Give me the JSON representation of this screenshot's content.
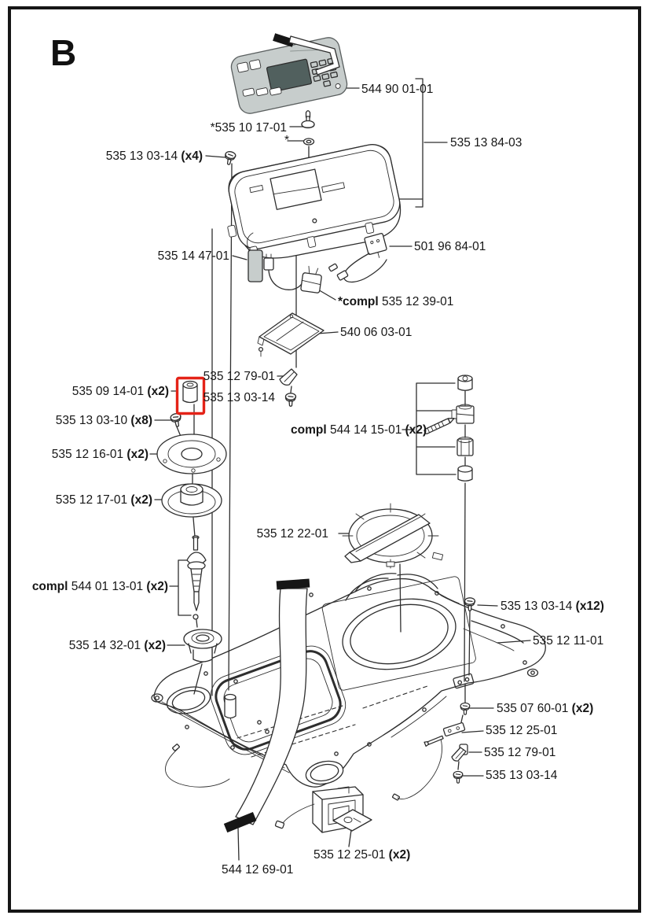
{
  "page": {
    "letter": "B"
  },
  "colors": {
    "highlight": "#e42318",
    "panel_gray": "#c7cdcc",
    "display_gray": "#51605e",
    "line": "#2e2e2e"
  },
  "labels": [
    {
      "id": "keypad-panel",
      "pre": "",
      "num": "544 90 01-01",
      "qty": ""
    },
    {
      "id": "pin",
      "pre": "",
      "num": "*535 10 17-01",
      "qty": ""
    },
    {
      "id": "washer-asterisk",
      "pre": "",
      "num": "*",
      "qty": ""
    },
    {
      "id": "screw-cover",
      "pre": "",
      "num": "535 13 03-14",
      "qty": " (x4)"
    },
    {
      "id": "cover-assembly",
      "pre": "",
      "num": "535 13 84-03",
      "qty": ""
    },
    {
      "id": "pad",
      "pre": "",
      "num": "535 14 47-01",
      "qty": ""
    },
    {
      "id": "contact-cable",
      "pre": "",
      "num": "501 96 84-01",
      "qty": ""
    },
    {
      "id": "sensor-cable",
      "pre": "*compl ",
      "num": "535 12 39-01",
      "qty": ""
    },
    {
      "id": "tray",
      "pre": "",
      "num": "540 06 03-01",
      "qty": ""
    },
    {
      "id": "clip-upper",
      "pre": "",
      "num": "535 12 79-01",
      "qty": ""
    },
    {
      "id": "screw-clip-upper",
      "pre": "",
      "num": "535 13 03-14",
      "qty": ""
    },
    {
      "id": "spacer-highlight",
      "pre": "",
      "num": "535 09 14-01",
      "qty": " (x2)"
    },
    {
      "id": "screw-x8",
      "pre": "",
      "num": "535 13 03-10",
      "qty": " (x8)"
    },
    {
      "id": "seal-disc",
      "pre": "",
      "num": "535 12 16-01",
      "qty": " (x2)"
    },
    {
      "id": "hinge-kit",
      "pre": "compl ",
      "num": "544 14 15-01",
      "qty": " (x2)"
    },
    {
      "id": "bearing-disc",
      "pre": "",
      "num": "535 12 17-01",
      "qty": " (x2)"
    },
    {
      "id": "cap",
      "pre": "",
      "num": "535 12 22-01",
      "qty": ""
    },
    {
      "id": "spindle-kit",
      "pre": "compl ",
      "num": "544 01 13-01",
      "qty": " (x2)"
    },
    {
      "id": "grommet",
      "pre": "",
      "num": "535 14 32-01",
      "qty": " (x2)"
    },
    {
      "id": "screw-x12",
      "pre": "",
      "num": "535 13 03-14",
      "qty": " (x12)"
    },
    {
      "id": "chassis",
      "pre": "",
      "num": "535 12 11-01",
      "qty": ""
    },
    {
      "id": "screw-x2",
      "pre": "",
      "num": "535 07 60-01",
      "qty": " (x2)"
    },
    {
      "id": "plate",
      "pre": "",
      "num": "535 12 25-01",
      "qty": ""
    },
    {
      "id": "clip-lower",
      "pre": "",
      "num": "535 12 79-01",
      "qty": ""
    },
    {
      "id": "screw-lower",
      "pre": "",
      "num": "535 13 03-14",
      "qty": ""
    },
    {
      "id": "sticker",
      "pre": "",
      "num": "535 12 25-01",
      "qty": " (x2)"
    },
    {
      "id": "ribbon-cable",
      "pre": "",
      "num": "544 12 69-01",
      "qty": ""
    }
  ]
}
